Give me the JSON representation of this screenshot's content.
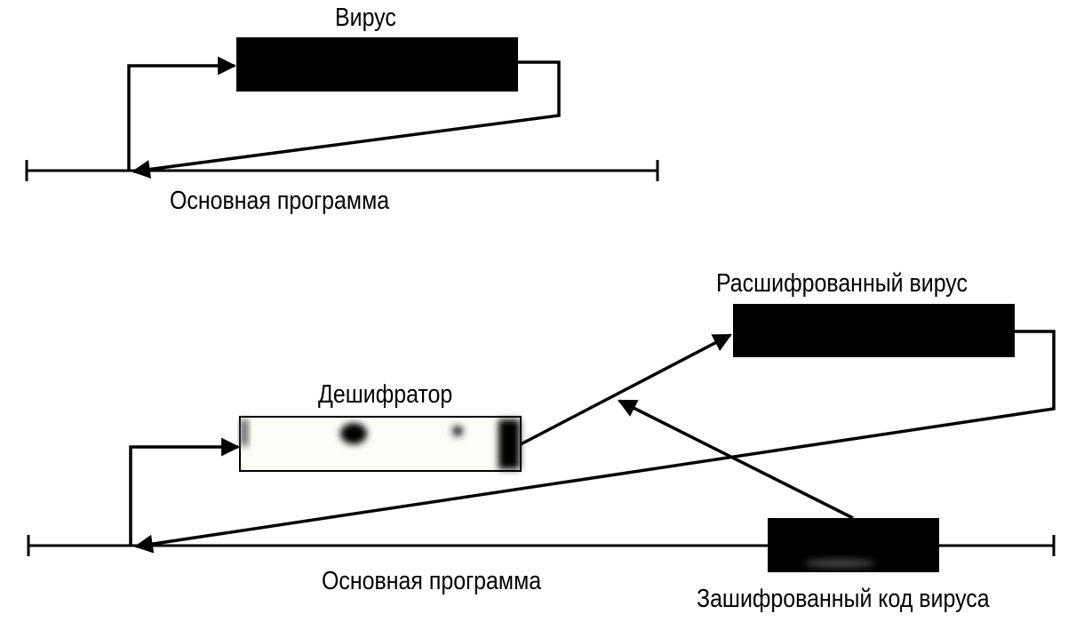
{
  "diagram_1": {
    "virus_label": "Вирус",
    "program_label": "Основная программа"
  },
  "diagram_2": {
    "decrypted_virus_label": "Расшифрованный вирус",
    "decryptor_label": "Дешифратор",
    "program_label": "Основная программа",
    "encrypted_code_label": "Зашифрованный код вируса"
  },
  "colors": {
    "ink": "#000000",
    "background": "#ffffff",
    "decryptor_fill": "#fdfdf8"
  }
}
